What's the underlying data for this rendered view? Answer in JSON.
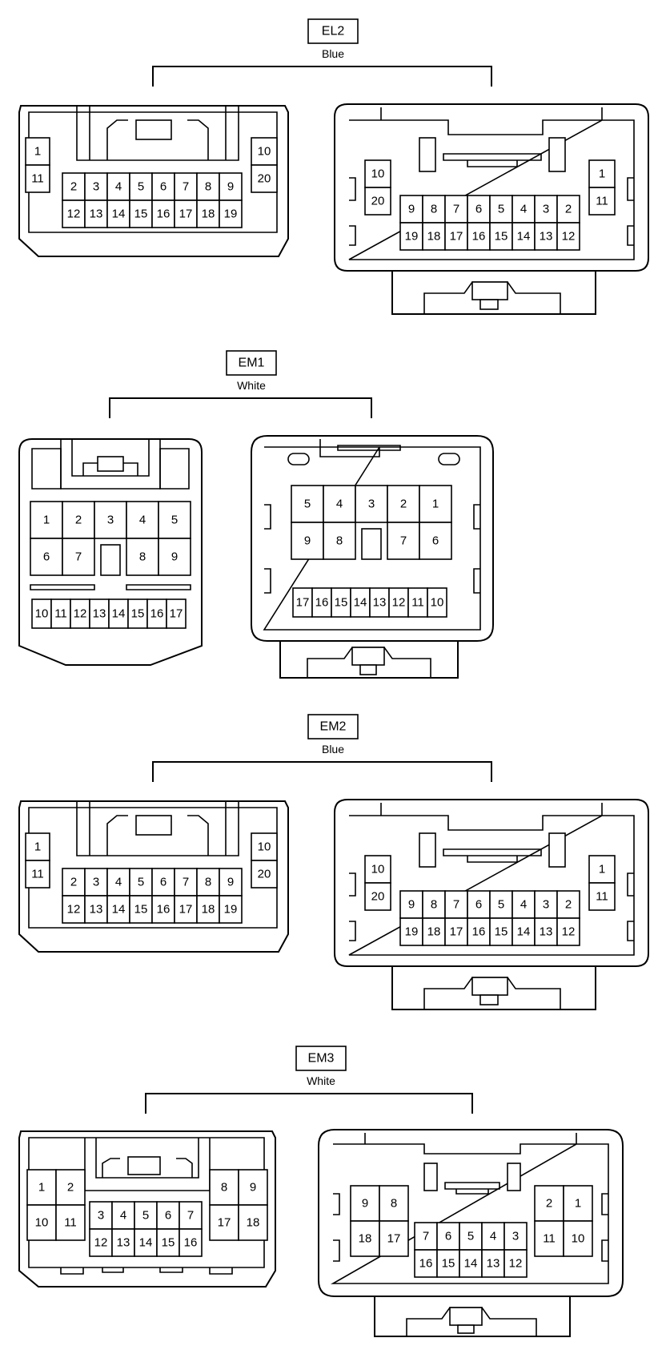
{
  "connectors": [
    {
      "id": "EL2",
      "color": "Blue",
      "left_rows": {
        "side_l": [
          [
            "1"
          ],
          [
            "11"
          ]
        ],
        "center": [
          [
            "2",
            "3",
            "4",
            "5",
            "6",
            "7",
            "8",
            "9"
          ],
          [
            "12",
            "13",
            "14",
            "15",
            "16",
            "17",
            "18",
            "19"
          ]
        ],
        "side_r": [
          [
            "10"
          ],
          [
            "20"
          ]
        ]
      },
      "right_rows": {
        "side_l": [
          [
            "10"
          ],
          [
            "20"
          ]
        ],
        "center": [
          [
            "9",
            "8",
            "7",
            "6",
            "5",
            "4",
            "3",
            "2"
          ],
          [
            "19",
            "18",
            "17",
            "16",
            "15",
            "14",
            "13",
            "12"
          ]
        ],
        "side_r": [
          [
            "1"
          ],
          [
            "11"
          ]
        ]
      }
    },
    {
      "id": "EM1",
      "color": "White",
      "left_rows": {
        "big_top": [
          "1",
          "2",
          "3",
          "4",
          "5"
        ],
        "big_bottom": [
          "6",
          "7",
          "",
          "8",
          "9"
        ],
        "small": [
          "10",
          "11",
          "12",
          "13",
          "14",
          "15",
          "16",
          "17"
        ]
      },
      "right_rows": {
        "big_top": [
          "5",
          "4",
          "3",
          "2",
          "1"
        ],
        "big_bottom": [
          "9",
          "8",
          "",
          "7",
          "6"
        ],
        "small": [
          "17",
          "16",
          "15",
          "14",
          "13",
          "12",
          "11",
          "10"
        ]
      }
    },
    {
      "id": "EM2",
      "color": "Blue",
      "left_rows": {
        "side_l": [
          [
            "1"
          ],
          [
            "11"
          ]
        ],
        "center": [
          [
            "2",
            "3",
            "4",
            "5",
            "6",
            "7",
            "8",
            "9"
          ],
          [
            "12",
            "13",
            "14",
            "15",
            "16",
            "17",
            "18",
            "19"
          ]
        ],
        "side_r": [
          [
            "10"
          ],
          [
            "20"
          ]
        ]
      },
      "right_rows": {
        "side_l": [
          [
            "10"
          ],
          [
            "20"
          ]
        ],
        "center": [
          [
            "9",
            "8",
            "7",
            "6",
            "5",
            "4",
            "3",
            "2"
          ],
          [
            "19",
            "18",
            "17",
            "16",
            "15",
            "14",
            "13",
            "12"
          ]
        ],
        "side_r": [
          [
            "1"
          ],
          [
            "11"
          ]
        ]
      }
    },
    {
      "id": "EM3",
      "color": "White",
      "left_rows": {
        "side_l": [
          [
            "1",
            "2"
          ],
          [
            "10",
            "11"
          ]
        ],
        "center": [
          [
            "3",
            "4",
            "5",
            "6",
            "7"
          ],
          [
            "12",
            "13",
            "14",
            "15",
            "16"
          ]
        ],
        "side_r": [
          [
            "8",
            "9"
          ],
          [
            "17",
            "18"
          ]
        ]
      },
      "right_rows": {
        "side_l": [
          [
            "9",
            "8"
          ],
          [
            "18",
            "17"
          ]
        ],
        "center": [
          [
            "7",
            "6",
            "5",
            "4",
            "3"
          ],
          [
            "16",
            "15",
            "14",
            "13",
            "12"
          ]
        ],
        "side_r": [
          [
            "2",
            "1"
          ],
          [
            "11",
            "10"
          ]
        ]
      }
    }
  ]
}
